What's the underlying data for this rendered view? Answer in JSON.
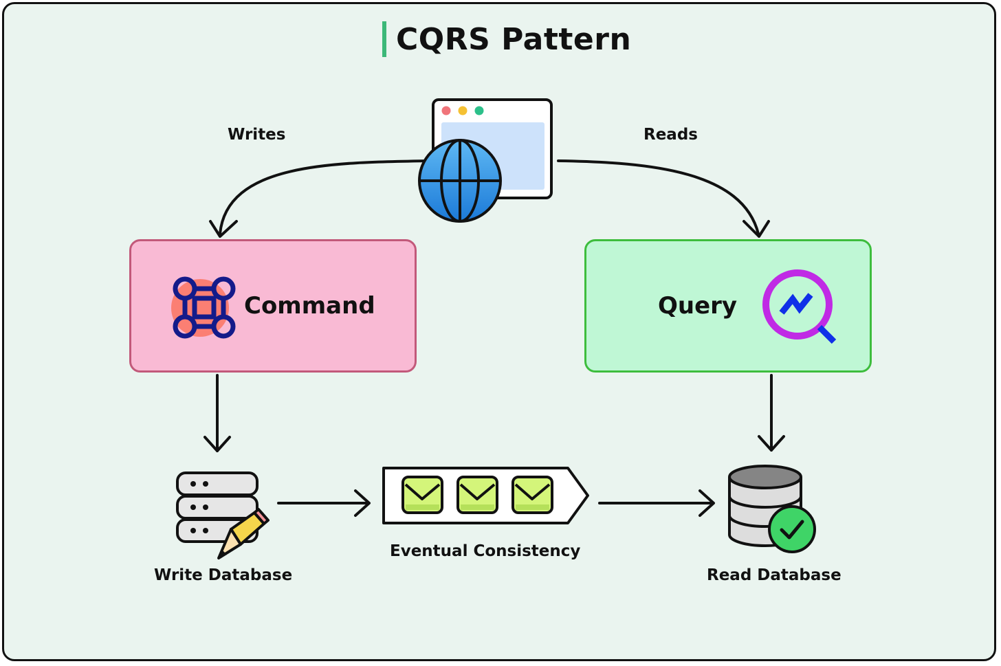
{
  "title": "CQRS Pattern",
  "edges": {
    "writes_label": "Writes",
    "reads_label": "Reads"
  },
  "nodes": {
    "client": {
      "icon": "browser-globe-icon"
    },
    "command": {
      "label": "Command",
      "icon": "command-key-icon"
    },
    "query": {
      "label": "Query",
      "icon": "magnifier-chart-icon"
    },
    "write_db": {
      "label": "Write Database",
      "icon": "server-pencil-icon"
    },
    "queue": {
      "label": "Eventual Consistency",
      "icon": "message-queue-icon"
    },
    "read_db": {
      "label": "Read Database",
      "icon": "database-check-icon"
    }
  },
  "colors": {
    "background": "#eaf4ef",
    "title_accent": "#3cb878",
    "command_fill": "#f9bad4",
    "command_border": "#c2597a",
    "query_fill": "#bff7d5",
    "query_border": "#3dbd3d"
  }
}
